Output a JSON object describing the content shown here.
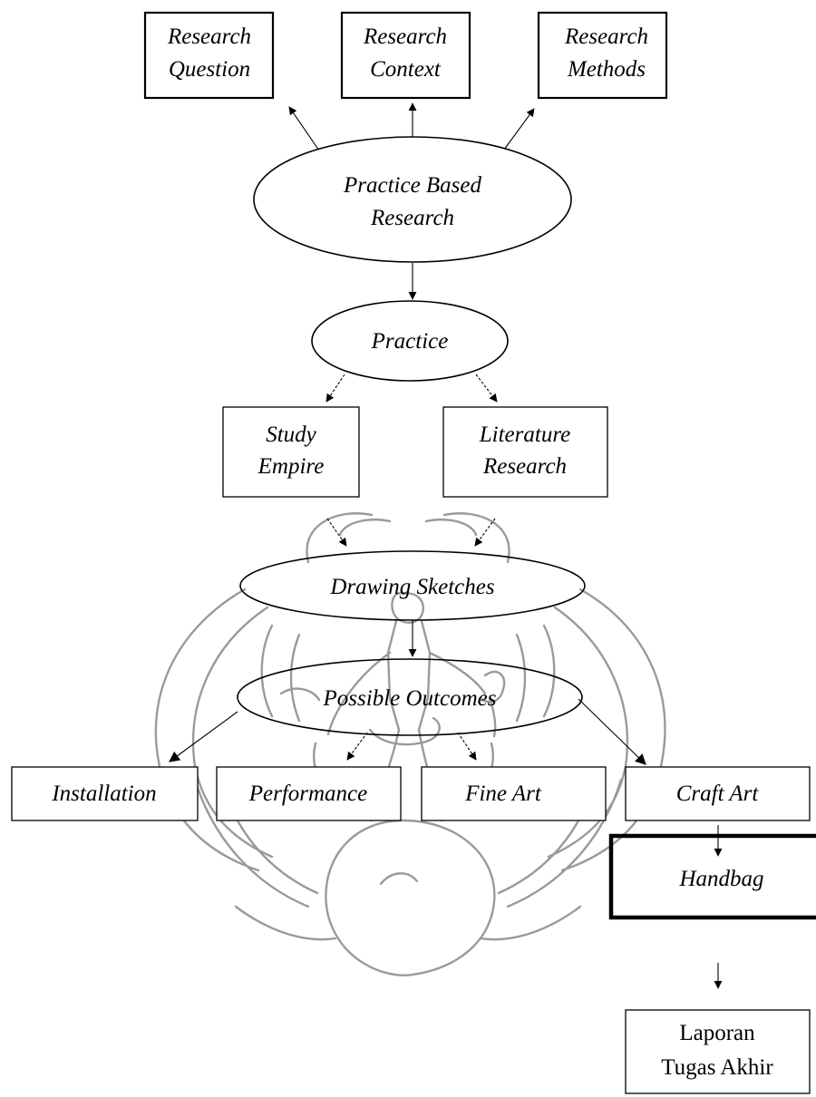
{
  "nodes": {
    "research_question": [
      "Research",
      "Question"
    ],
    "research_context": [
      "Research",
      "Context"
    ],
    "research_methods": [
      "Research",
      "Methods"
    ],
    "practice_based_research": [
      "Practice Based",
      "Research"
    ],
    "practice": "Practice",
    "study_empire": [
      "Study",
      "Empire"
    ],
    "literature_research": [
      "Literature",
      "Research"
    ],
    "drawing_sketches": "Drawing Sketches",
    "possible_outcomes": "Possible Outcomes",
    "installation": "Installation",
    "performance": "Performance",
    "fine_art": "Fine Art",
    "craft_art": "Craft Art",
    "handbag": "Handbag",
    "laporan_tugas_akhir": [
      "Laporan",
      "Tugas Akhir"
    ]
  },
  "colors": {
    "ink": "#000000",
    "watermark": "#9a9a9a",
    "background": "#ffffff"
  }
}
